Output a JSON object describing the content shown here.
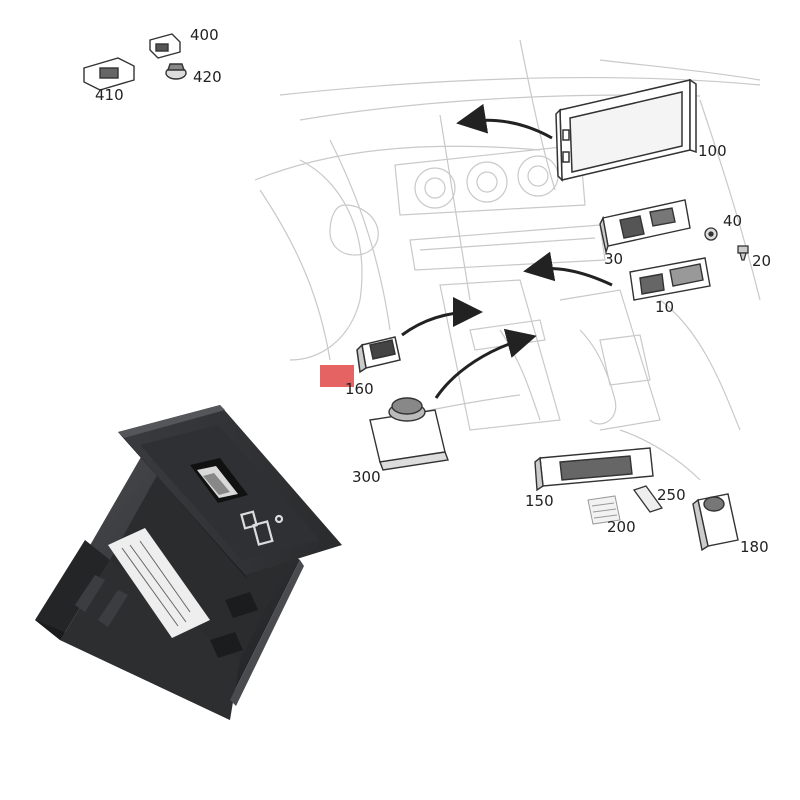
{
  "labels": {
    "p400": "400",
    "p410": "410",
    "p420": "420",
    "p100": "100",
    "p40": "40",
    "p30": "30",
    "p20": "20",
    "p10": "10",
    "p160": "160",
    "p300": "300",
    "p150": "150",
    "p250": "250",
    "p200": "200",
    "p180": "180"
  },
  "colors": {
    "line_art": "#6b6b6b",
    "faint_line": "#c9c9c9",
    "highlight": "#e04848",
    "product_body": "#2e2f31"
  },
  "highlighted_part": "160"
}
